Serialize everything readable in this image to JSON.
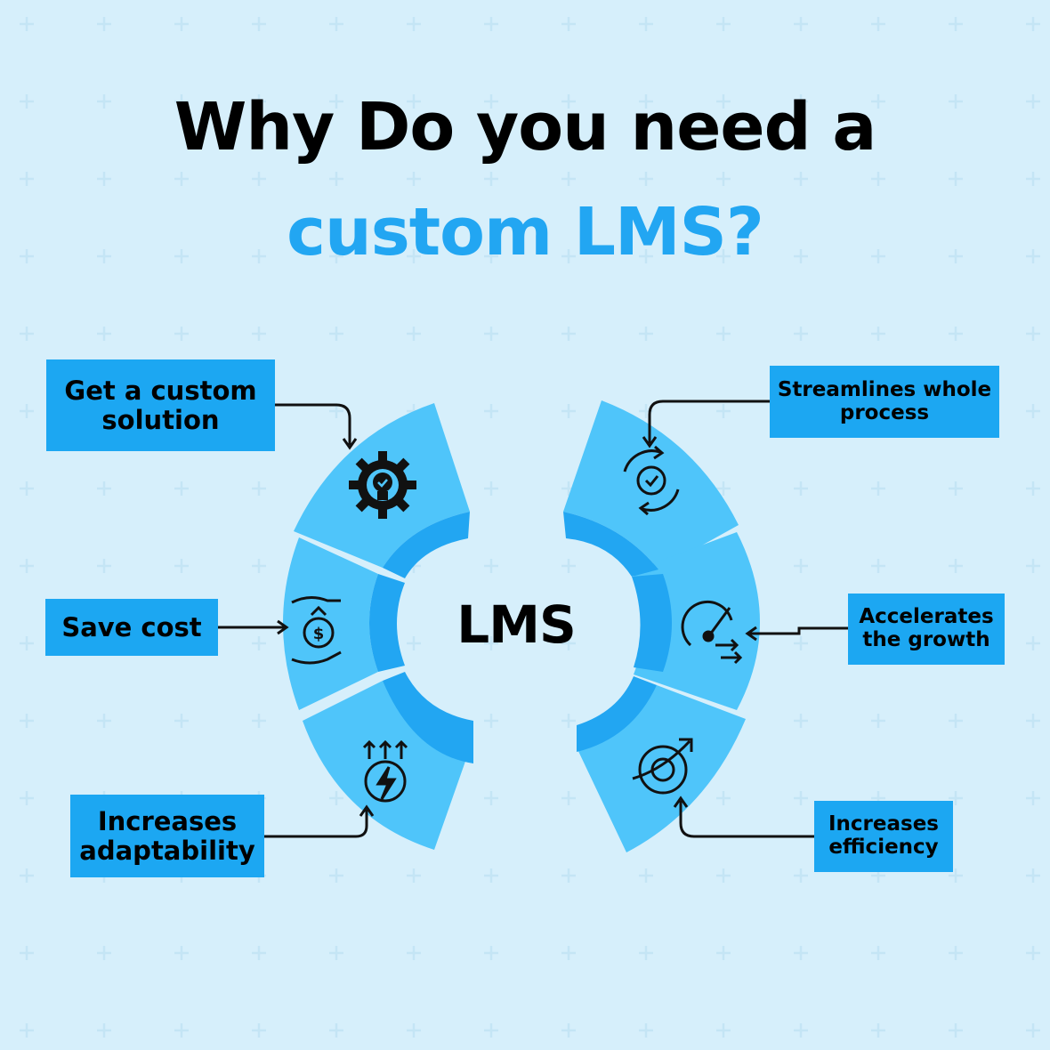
{
  "title": {
    "line1": "Why Do you need a",
    "line2": "custom LMS?"
  },
  "center": {
    "label": "LMS"
  },
  "colors": {
    "background": "#d6effb",
    "segment": "#4fc5fa",
    "inner_ring": "#22a6f2",
    "box": "#1ca7f2",
    "accent_text": "#22a6f2"
  },
  "benefits": {
    "custom_solution": {
      "label": "Get a custom solution",
      "icon": "gear-lightbulb-icon"
    },
    "save_cost": {
      "label": "Save cost",
      "icon": "money-hands-icon"
    },
    "adaptability": {
      "label": "Increases adaptability",
      "icon": "lightning-arrows-icon"
    },
    "streamlines": {
      "label": "Streamlines whole process",
      "icon": "gear-cycle-icon"
    },
    "growth": {
      "label": "Accelerates the growth",
      "icon": "speedometer-icon"
    },
    "efficiency": {
      "label": "Increases efficiency",
      "icon": "gear-arrow-icon"
    }
  }
}
